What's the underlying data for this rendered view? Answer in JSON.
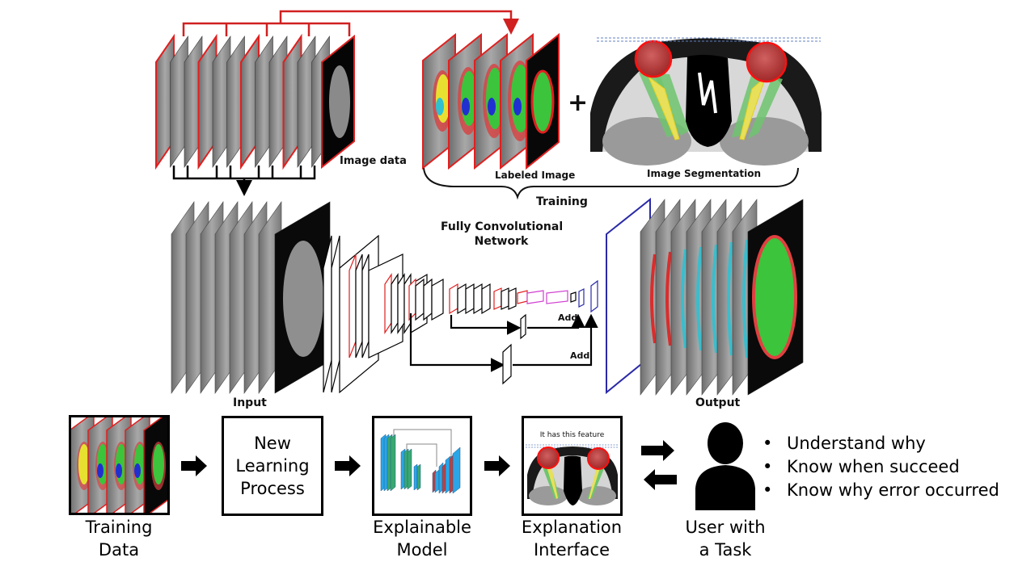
{
  "top": {
    "image_data_label": "Image data",
    "plus_symbol": "+",
    "labeled_image_label": "Labeled Image",
    "image_segmentation_label": "Image Segmentation",
    "training_label": "Training"
  },
  "network": {
    "title_line1": "Fully Convolutional",
    "title_line2": "Network",
    "add_label_1": "Add",
    "add_label_2": "Add",
    "input_label": "Input",
    "output_label": "Output"
  },
  "pipeline": {
    "steps": [
      {
        "label_line1": "Training",
        "label_line2": "Data"
      },
      {
        "box_line1": "New",
        "box_line2": "Learning",
        "box_line3": "Process"
      },
      {
        "label_line1": "Explainable",
        "label_line2": "Model"
      },
      {
        "label_line1": "Explanation",
        "label_line2": "Interface",
        "overlay_text": "It has this feature"
      },
      {
        "label_line1": "User with",
        "label_line2": "a Task"
      }
    ],
    "bullets": [
      "Understand why",
      "Know when succeed",
      "Know why error occurred"
    ]
  },
  "colors": {
    "red": "#e02020",
    "green": "#3cc43c",
    "blue": "#2030d0",
    "cyan": "#30c0d0",
    "yellow": "#e8e030",
    "magenta": "#d040d0",
    "net_blue": "#2a2aa8"
  }
}
